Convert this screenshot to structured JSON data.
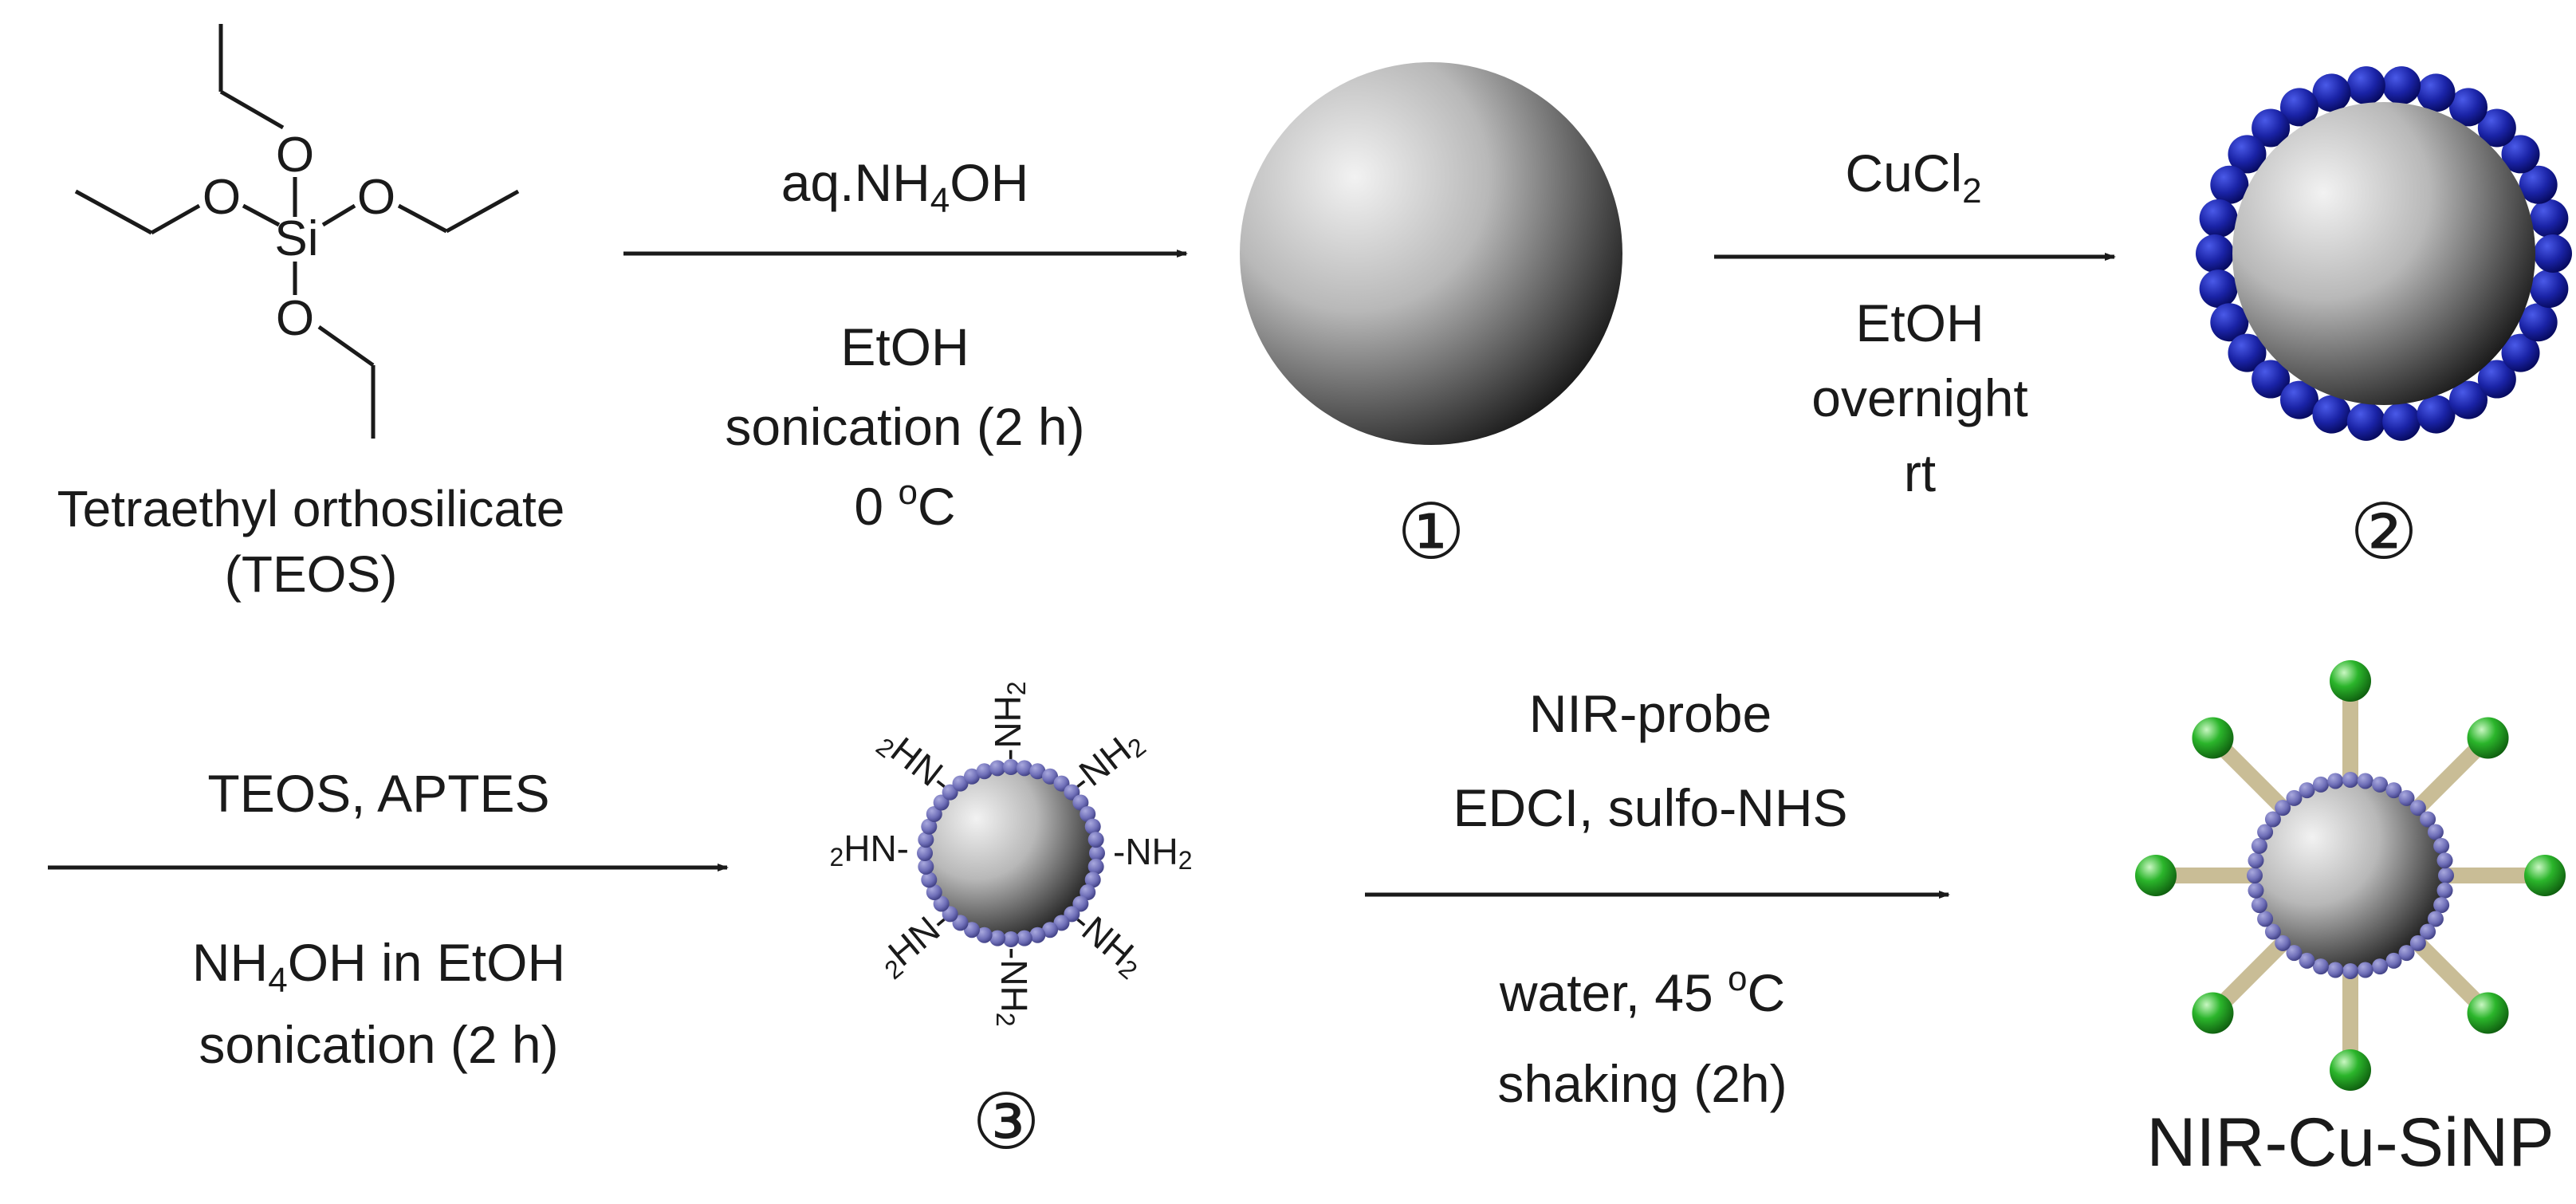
{
  "teos": {
    "atoms": {
      "o_top": "O",
      "o_left": "O",
      "o_right": "O",
      "o_bottom": "O",
      "si": "Si"
    },
    "name_line1": "Tetraethyl orthosilicate",
    "name_line2": "(TEOS)"
  },
  "step1": {
    "reagent_prefix": "aq.NH",
    "reagent_sub": "4",
    "reagent_suffix": "OH",
    "solvent": "EtOH",
    "time": "sonication (2 h)",
    "temp_value": "0 ",
    "temp_sup": "o",
    "temp_unit": "C"
  },
  "step2": {
    "reagent_prefix": "CuCl",
    "reagent_sub": "2",
    "solvent": "EtOH",
    "time": "overnight",
    "temp": "rt"
  },
  "step3": {
    "reagents": "TEOS, APTES",
    "base_prefix": "NH",
    "base_sub": "4",
    "base_suffix": "OH in EtOH",
    "time": "sonication (2 h)"
  },
  "step4": {
    "probe": "NIR-probe",
    "coupling": "EDCI, sulfo-NHS",
    "conditions_prefix": "water, 45 ",
    "conditions_sup": "o",
    "conditions_unit": "C",
    "time": "shaking (2h)"
  },
  "amine": {
    "n": "N",
    "h": "H",
    "two": "2",
    "nh2_prefix": "-NH",
    "h2n_suffix": "HN-"
  },
  "labels": {
    "compound1": "①",
    "compound2": "②",
    "compound3": "③"
  },
  "product": {
    "name": "NIR-Cu-SiNP"
  },
  "colors": {
    "copper": "#1a23a6",
    "copper_dark": "#05085a",
    "amine_shell": "#6f6fb8",
    "probe_green": "#2bb52b",
    "linker": "#c9bd96",
    "line": "#1a1a1a"
  }
}
